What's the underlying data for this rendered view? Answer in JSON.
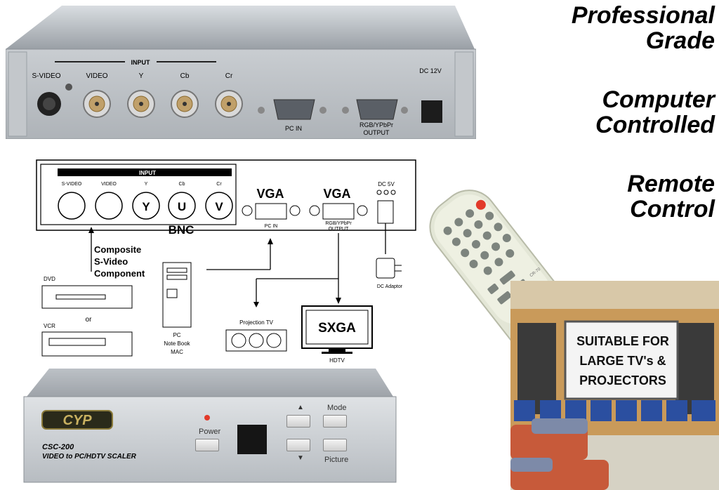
{
  "headlines": [
    "Professional",
    "Grade",
    "Computer",
    "Controlled",
    "Remote",
    "Control"
  ],
  "rear_panel": {
    "input_label": "INPUT",
    "jacks": [
      "S-VIDEO",
      "VIDEO",
      "Y",
      "Cb",
      "Cr"
    ],
    "pc_in": "PC IN",
    "output_line1": "RGB/YPbPr",
    "output_line2": "OUTPUT",
    "power": "DC 12V"
  },
  "diagram": {
    "input_label": "INPUT",
    "jack_labels": [
      "S-VIDEO",
      "VIDEO",
      "Y",
      "Cb",
      "Cr"
    ],
    "jack_letters": [
      "Y",
      "U",
      "V"
    ],
    "bnc": "BNC",
    "vga_in": "VGA",
    "vga_out": "VGA",
    "pc_in": "PC IN",
    "output_line1": "RGB/YPbPr",
    "output_line2": "OUTPUT",
    "dc": "DC 5V",
    "sources": [
      "Composite",
      "S-Video",
      "Component"
    ],
    "dvd": "DVD",
    "or": "or",
    "vcr": "VCR",
    "pc_lines": [
      "PC",
      "Note Book",
      "MAC"
    ],
    "projection_tv": "Projection TV",
    "sxga": "SXGA",
    "hdtv": "HDTV",
    "dc_adaptor": "DC Adaptor"
  },
  "front_panel": {
    "brand": "CYP",
    "model": "CSC-200",
    "description": "VIDEO to PC/HDTV SCALER",
    "power": "Power",
    "mode": "Mode",
    "picture": "Picture",
    "up": "▲",
    "down": "▼"
  },
  "remote": {
    "model": "CR-70"
  },
  "room_sign": [
    "SUITABLE FOR",
    "LARGE TV's &",
    "PROJECTORS"
  ],
  "colors": {
    "panel": "#bfc4c9",
    "remote_body": "#e3e6d6",
    "power_button": "#e23a2a",
    "wall_blue": "#2b4fa0",
    "wood": "#c99a5a",
    "couch": "#c75a3a"
  }
}
